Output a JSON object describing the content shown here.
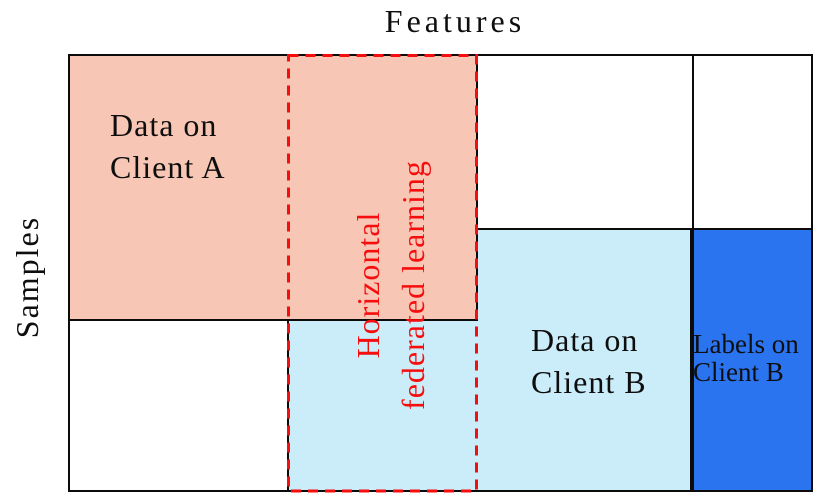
{
  "axes": {
    "features": "Features",
    "samples": "Samples"
  },
  "regions": {
    "client_a_data": {
      "line1": "Data on",
      "line2": "Client A",
      "fill": "#F8C6B5"
    },
    "client_b_data": {
      "line1": "Data on",
      "line2": "Client B",
      "fill": "#CBEDFA"
    },
    "client_b_labels": {
      "line1": "Labels on",
      "line2": "Client B",
      "fill": "#2B74F0"
    },
    "overlay": {
      "line1": "Horizontal",
      "line2": "federated learning",
      "stroke": "#F60D0D"
    }
  },
  "colors": {
    "border": "#0b0b0b",
    "text": "#0e0e0e",
    "background": "#ffffff"
  }
}
